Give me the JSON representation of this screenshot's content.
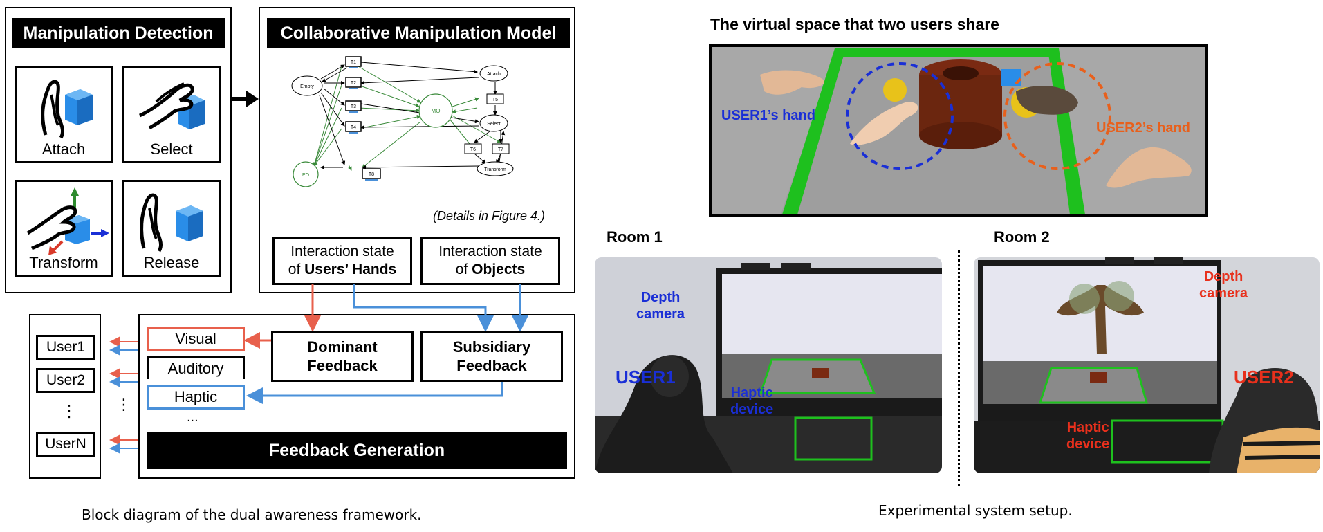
{
  "left": {
    "detection": {
      "title": "Manipulation Detection",
      "tiles": [
        {
          "label": "Attach",
          "icon": "hand-attach-cube-icon"
        },
        {
          "label": "Select",
          "icon": "hand-select-cube-icon"
        },
        {
          "label": "Transform",
          "icon": "hand-transform-cube-icon"
        },
        {
          "label": "Release",
          "icon": "hand-release-cube-icon"
        }
      ]
    },
    "model": {
      "title": "Collaborative Manipulation Model",
      "states": {
        "empty": "Empty",
        "attach": "Attach",
        "select": "Select",
        "transform": "Transform",
        "mo": "MO",
        "eo": "EO",
        "t1": "T1",
        "t2": "T2",
        "t3": "T3",
        "t4": "T4",
        "t5": "T5",
        "t6": "T6",
        "t7": "T7",
        "t8": "T8"
      },
      "note": "(Details in Figure 4.)",
      "hands_line1": "Interaction state",
      "hands_line2_prefix": "of ",
      "hands_line2_bold": "Users’ Hands",
      "objects_line1": "Interaction state",
      "objects_line2_prefix": "of ",
      "objects_line2_bold": "Objects"
    },
    "feedback": {
      "dominant_line1": "Dominant",
      "dominant_line2": "Feedback",
      "subsidiary_line1": "Subsidiary",
      "subsidiary_line2": "Feedback",
      "modalities": [
        "Visual",
        "Auditory",
        "Haptic"
      ],
      "more": "...",
      "generation": "Feedback Generation"
    },
    "users": [
      "User1",
      "User2",
      "UserN"
    ],
    "users_ellipsis": "⋮",
    "arrows_ellipsis": "⋮",
    "caption": "Block diagram of the dual awareness framework."
  },
  "right": {
    "virtual_title": "The virtual space that two users share",
    "user1_hand": "USER1’s hand",
    "user2_hand": "USER2’s hand",
    "room1": {
      "label": "Room 1",
      "depth_camera": "Depth\ncamera",
      "user": "USER1",
      "haptic": "Haptic\ndevice"
    },
    "room2": {
      "label": "Room 2",
      "depth_camera": "Depth\ncamera",
      "user": "USER2",
      "haptic": "Haptic\ndevice"
    },
    "caption": "Experimental system setup."
  },
  "colors": {
    "feedback_red": "#e8604c",
    "feedback_blue": "#4a90d9",
    "model_green": "#3a8a3a",
    "user1_blue": "#1a2fd6",
    "user2_red": "#e8301c",
    "virtual_bg": "#a8a8a8",
    "floor_green": "#1ec01e"
  }
}
